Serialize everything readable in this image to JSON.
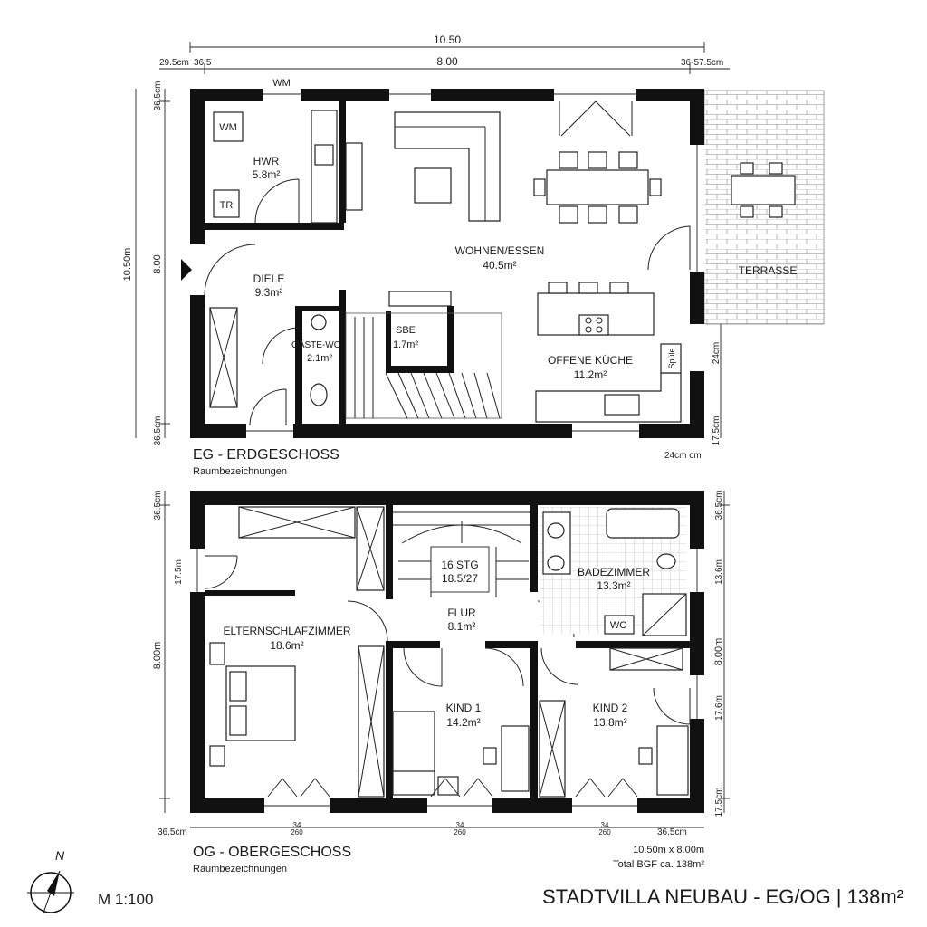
{
  "title": "STADTVILLA NEUBAU - EG/OG | 138m²",
  "scale": "M 1:100",
  "north": "N",
  "eg": {
    "heading": "EG - ERDGESCHOSS",
    "sub": "Raumbezeichnungen",
    "rooms": {
      "hwr_name": "HWR",
      "hwr_area": "5.8m²",
      "wm": "WM",
      "tr": "TR",
      "wm_window": "WM",
      "diele_name": "DIELE",
      "diele_area": "9.3m²",
      "gwc_name": "GÄSTE-WC",
      "gwc_area": "2.1m²",
      "sbe_name": "SBE",
      "sbe_area": "1.7m²",
      "wohnen_name": "WOHNEN/ESSEN",
      "wohnen_area": "40.5m²",
      "kueche_name": "OFFENE KÜCHE",
      "kueche_area": "11.2m²",
      "spuele": "Spüle",
      "terrasse": "TERRASSE"
    },
    "dims": {
      "top_total": "10.50",
      "top_inner": "8.00",
      "top_left": "29.5cm",
      "top_left2": "36.5",
      "top_right": "36-57.5cm",
      "left_total": "10.50m",
      "left_inner": "8.00",
      "left_top": "36.5cm",
      "left_bottom": "36.5cm",
      "right_mid": "24cm",
      "right_bottom": "17.5cm",
      "bottom_right": "24cm cm"
    }
  },
  "og": {
    "heading": "OG - OBERGESCHOSS",
    "sub": "Raumbezeichnungen",
    "rooms": {
      "eltern_name": "ELTERNSCHLAFZIMMER",
      "eltern_area": "18.6m²",
      "stg_name": "16 STG",
      "stg_area": "18.5/27",
      "flur_name": "FLUR",
      "flur_area": "8.1m²",
      "bad_name": "BADEZIMMER",
      "bad_area": "13.3m²",
      "wc": "WC",
      "kind1_name": "KIND 1",
      "kind1_area": "14.2m²",
      "kind2_name": "KIND 2",
      "kind2_area": "13.8m²"
    },
    "dims": {
      "left_top": "36.5cm",
      "left_mid1": "17.5m",
      "left_mid2": "8.00m",
      "right_top": "36.5cm",
      "right_mid1": "13.6m",
      "right_mid2": "8.00m",
      "right_mid3": "17.6m",
      "right_bottom": "17.5cm",
      "bottom_left": "36.5cm",
      "bottom_right": "36.5cm",
      "win_a": "34",
      "win_b": "260"
    },
    "summary1": "10.50m x 8.00m",
    "summary2": "Total BGF ca. 138m²"
  }
}
